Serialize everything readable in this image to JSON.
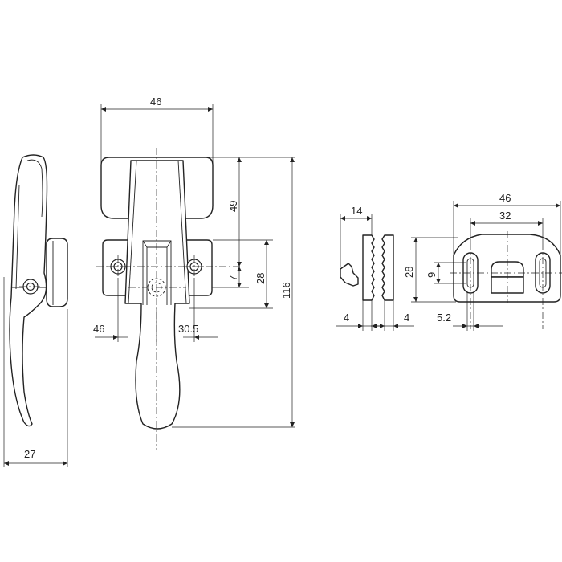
{
  "dimensions": {
    "handle_width": "46",
    "handle_upper_height": "49",
    "handle_total_height": "116",
    "base_height": "28",
    "pin_offset": "7",
    "hole_left_offset": "46",
    "hole_right_offset": "30.5",
    "side_depth": "27",
    "keeper_thickness": "14",
    "plate_thickness_left": "4",
    "plate_thickness_right": "4",
    "keeper_width": "46",
    "keeper_slot_spacing": "32",
    "keeper_height": "28",
    "keeper_slot_length": "9",
    "keeper_slot_width": "5.2"
  }
}
